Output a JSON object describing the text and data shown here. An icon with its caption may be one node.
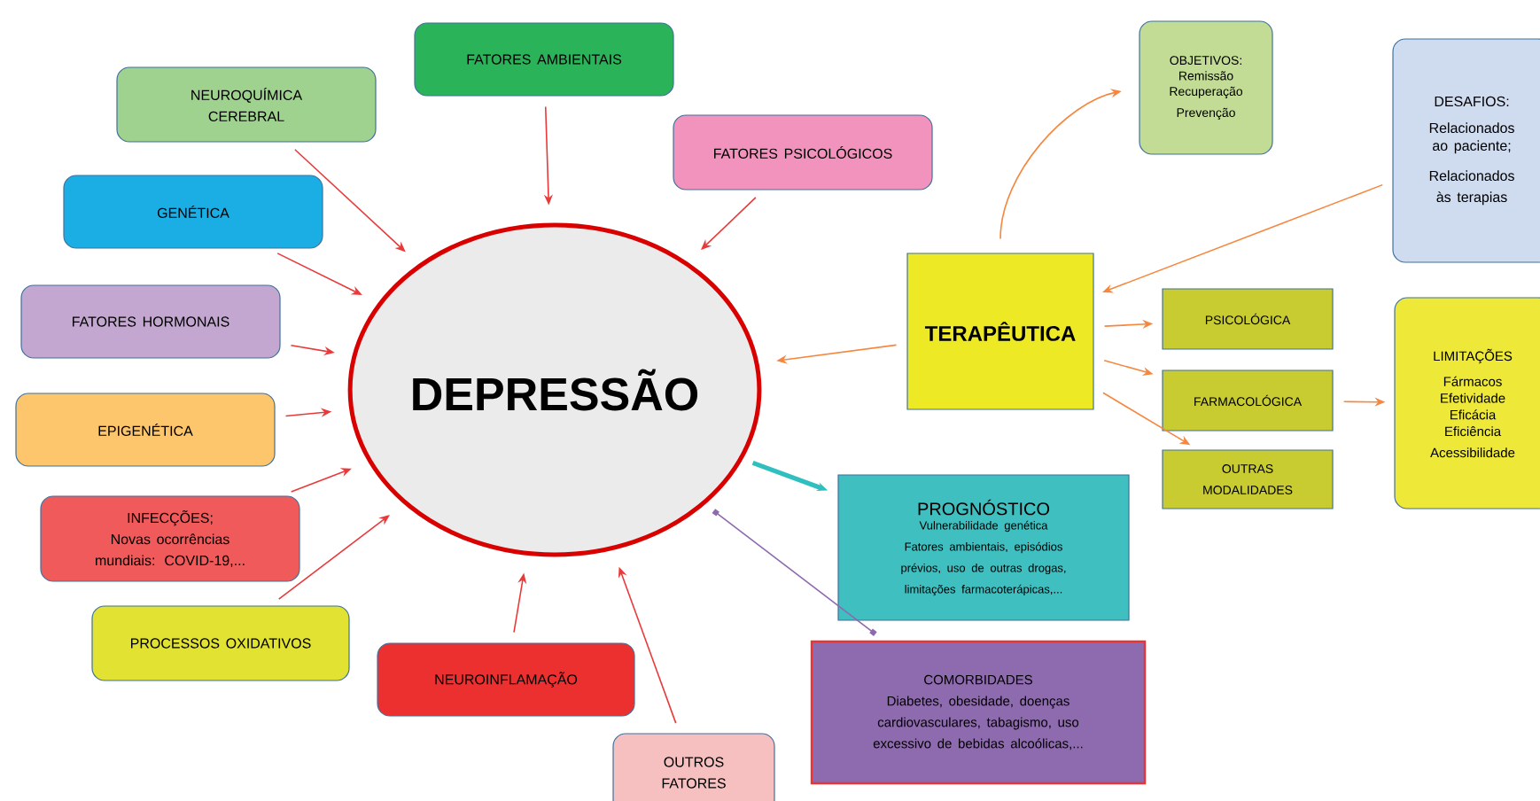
{
  "diagram": {
    "nodes": [
      {
        "text": [
          "DEPRESSÃO"
        ]
      },
      {
        "text": [
          "NEUROQUÍMICA CEREBRAL"
        ]
      },
      {
        "text": [
          "FATORES AMBIENTAIS"
        ]
      },
      {
        "text": [
          "FATORES PSICOLÓGICOS"
        ]
      },
      {
        "text": [
          "GENÉTICA"
        ]
      },
      {
        "text": [
          "FATORES HORMONAIS"
        ]
      },
      {
        "text": [
          "EPIGENÉTICA"
        ]
      },
      {
        "text": [
          "INFECÇÕES; Novas ocorrências mundiais: COVID-19,..."
        ]
      },
      {
        "text": [
          "PROCESSOS OXIDATIVOS"
        ]
      },
      {
        "text": [
          "NEUROINFLAMAÇÃO"
        ]
      },
      {
        "text": [
          "OUTROS FATORES"
        ]
      },
      {
        "text": [
          "TERAPÊUTICA"
        ]
      },
      {
        "text": [
          "OBJETIVOS:",
          "Remissão",
          "Recuperação",
          "Prevenção"
        ]
      },
      {
        "text": [
          "DESAFIOS:",
          "Relacionados ao paciente;",
          "Relacionados às terapias"
        ]
      },
      {
        "text": [
          "PSICOLÓGICA"
        ]
      },
      {
        "text": [
          "FARMACOLÓGICA"
        ]
      },
      {
        "text": [
          "OUTRAS MODALIDADES"
        ]
      },
      {
        "text": [
          "LIMITAÇÕES",
          "Fármacos",
          "Efetividade",
          "Eficácia",
          "Eficiência",
          "Acessibilidade"
        ]
      },
      {
        "text": [
          "PROGNÓSTICO",
          "Vulnerabilidade genética",
          "Fatores ambientais, episódios prévios, uso de outras drogas, limitações farmacoterápicas,..."
        ]
      },
      {
        "text": [
          "COMORBIDADES",
          "Diabetes, obesidade, doenças cardiovasculares, tabagismo, uso excessivo de bebidas alcoólicas,..."
        ]
      }
    ],
    "edges": [
      {
        "from": 1,
        "to": 0,
        "arrow": "to"
      },
      {
        "from": 2,
        "to": 0,
        "arrow": "to"
      },
      {
        "from": 3,
        "to": 0,
        "arrow": "to"
      },
      {
        "from": 4,
        "to": 0,
        "arrow": "to"
      },
      {
        "from": 5,
        "to": 0,
        "arrow": "to"
      },
      {
        "from": 6,
        "to": 0,
        "arrow": "to"
      },
      {
        "from": 7,
        "to": 0,
        "arrow": "to"
      },
      {
        "from": 8,
        "to": 0,
        "arrow": "to"
      },
      {
        "from": 9,
        "to": 0,
        "arrow": "to"
      },
      {
        "from": 10,
        "to": 0,
        "arrow": "to"
      },
      {
        "from": 11,
        "to": 0,
        "arrow": "to",
        "color": "#f5873f"
      },
      {
        "from": 11,
        "to": 12,
        "arrow": "to",
        "color": "#f5873f"
      },
      {
        "from": 13,
        "to": 11,
        "arrow": "to",
        "color": "#f5873f"
      },
      {
        "from": 11,
        "to": 14,
        "arrow": "to",
        "color": "#f5873f"
      },
      {
        "from": 11,
        "to": 15,
        "arrow": "to",
        "color": "#f5873f"
      },
      {
        "from": 11,
        "to": 16,
        "arrow": "to",
        "color": "#f5873f"
      },
      {
        "from": 15,
        "to": 17,
        "arrow": "to",
        "color": "#f5873f"
      },
      {
        "from": 0,
        "to": 18,
        "arrow": "to",
        "style": "thick",
        "color": "#2fbfbf"
      },
      {
        "from": 0,
        "to": 19,
        "arrow": "other",
        "color": "#8e6aae"
      }
    ]
  }
}
